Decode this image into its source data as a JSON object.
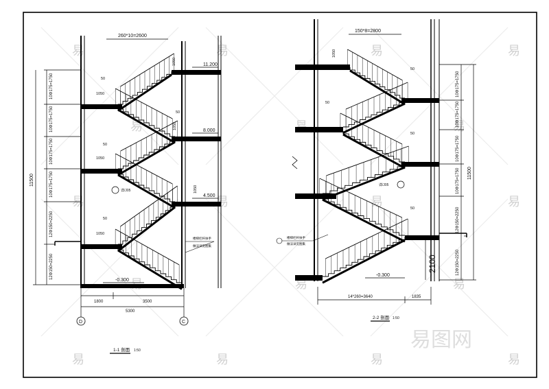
{
  "drawing": {
    "left_section": {
      "title": "1-1 剖面",
      "scale": "1:50",
      "top_dim": "260*10=2600",
      "overall_height": "11500",
      "left_dims": [
        "10Φ175=1750",
        "10Φ175=1750",
        "10Φ175=1750",
        "10Φ175=1750",
        "12Φ150=2250",
        "12Φ150=2250"
      ],
      "levels": [
        "11.200",
        "8.000",
        "4.500",
        "-0.300"
      ],
      "bottom_dims": {
        "d1": "1800",
        "d2": "3500",
        "total": "5300"
      },
      "axes": [
        "D",
        "C"
      ],
      "rail_heights": [
        "1050",
        "1050",
        "1050",
        "1050",
        "1050",
        "1050"
      ],
      "note_text": [
        "楼梯栏杆扶手",
        "做法详见图集"
      ],
      "detail_marks": [
        "50",
        "50",
        "50",
        "50"
      ],
      "ref_marks": [
        "详/J05"
      ]
    },
    "right_section": {
      "title": "2-2 剖面",
      "scale": "1:50",
      "top_dim": "150*8=2800",
      "overall_height": "11500",
      "right_dims": [
        "10Φ175=1750",
        "10Φ175=1750",
        "10Φ175=1750",
        "10Φ175=1750",
        "12Φ150=2250",
        "12Φ150=2250"
      ],
      "levels": [
        "-0.300"
      ],
      "bottom_dims": {
        "d1": "14*260=3640",
        "d2": "1835"
      },
      "big_dim": "2100",
      "note_text": [
        "楼梯栏杆扶手",
        "做法详见图集"
      ],
      "detail_marks": [
        "50",
        "50",
        "50",
        "50"
      ],
      "ref_marks": [
        "详/J05"
      ]
    }
  },
  "watermark": {
    "glyph": "易",
    "logo": "易图网"
  }
}
